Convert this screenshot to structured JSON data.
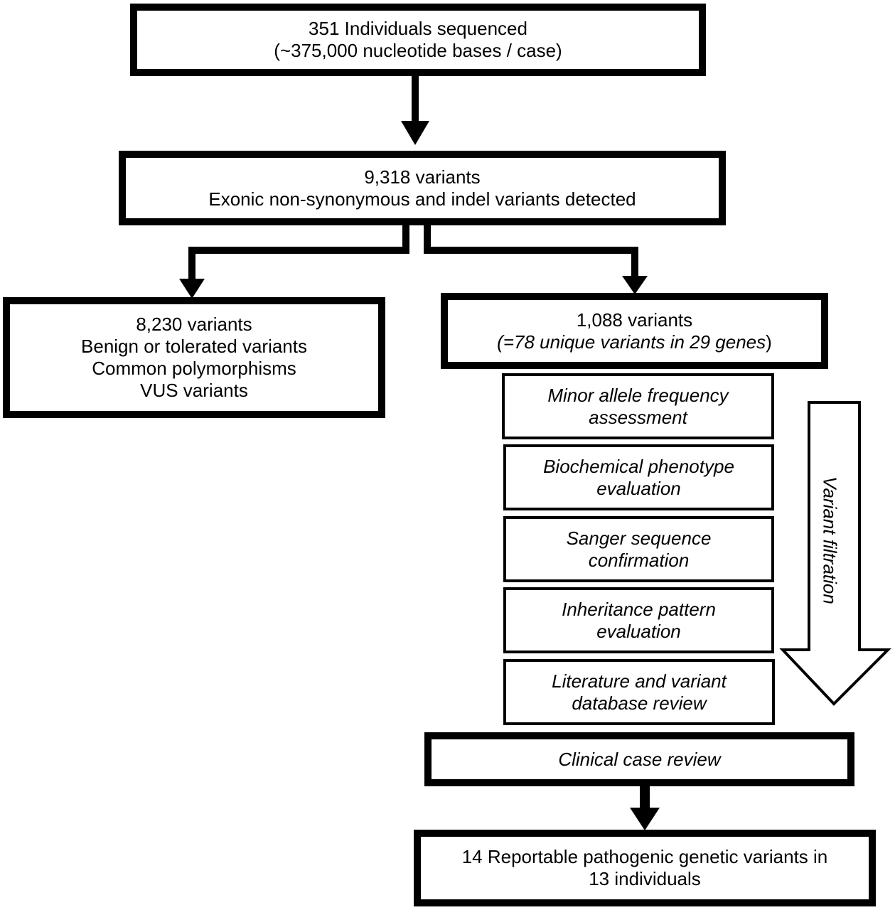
{
  "nodes": {
    "sequenced": {
      "line1": "351 Individuals sequenced",
      "line2": "(~375,000 nucleotide bases / case)"
    },
    "variants_total": {
      "line1": "9,318 variants",
      "line2": "Exonic non-synonymous and indel variants detected"
    },
    "benign": {
      "line1": "8,230 variants",
      "line2": "Benign or tolerated variants",
      "line3": "Common polymorphisms",
      "line4": "VUS variants"
    },
    "candidate": {
      "line1": "1,088 variants",
      "line2": "(=78 unique variants in 29 genes",
      "line2_end": ")"
    },
    "filters": [
      {
        "line1": "Minor allele frequency",
        "line2": "assessment"
      },
      {
        "line1": "Biochemical phenotype",
        "line2": "evaluation"
      },
      {
        "line1": "Sanger sequence",
        "line2": "confirmation"
      },
      {
        "line1": "Inheritance pattern",
        "line2": "evaluation"
      },
      {
        "line1": "Literature and variant",
        "line2": "database review"
      }
    ],
    "clinical_review": {
      "label": "Clinical case review"
    },
    "result": {
      "line1": "14 Reportable pathogenic genetic variants in",
      "line2": "13 individuals"
    }
  },
  "side_arrow_label": "Variant filtration"
}
